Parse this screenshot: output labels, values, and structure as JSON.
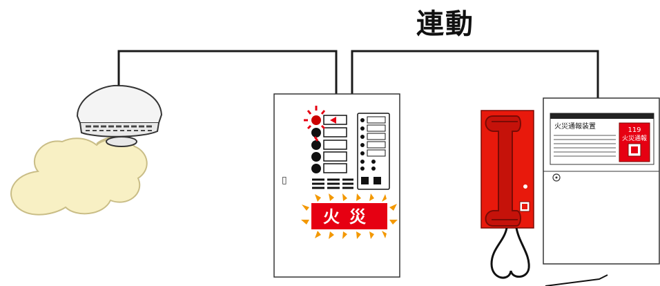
{
  "diagram": {
    "title": "連動",
    "panel_alarm_text": "火災",
    "panel_side_mark": "▯",
    "fire_report_device": {
      "label": "火災通報装置",
      "button_number": "119",
      "button_label": "火災通報"
    }
  },
  "colors": {
    "line": "#1a1a1a",
    "alarm_red": "#e60012",
    "flash_orange": "#f39800",
    "smoke": "#f8f0c4",
    "phone_red": "#e8190c",
    "panel_bg": "#ffffff"
  },
  "icons": [
    "smoke-detector-icon",
    "smoke-icon",
    "fire-alarm-panel-icon",
    "emergency-phone-icon",
    "fire-report-device-icon"
  ]
}
